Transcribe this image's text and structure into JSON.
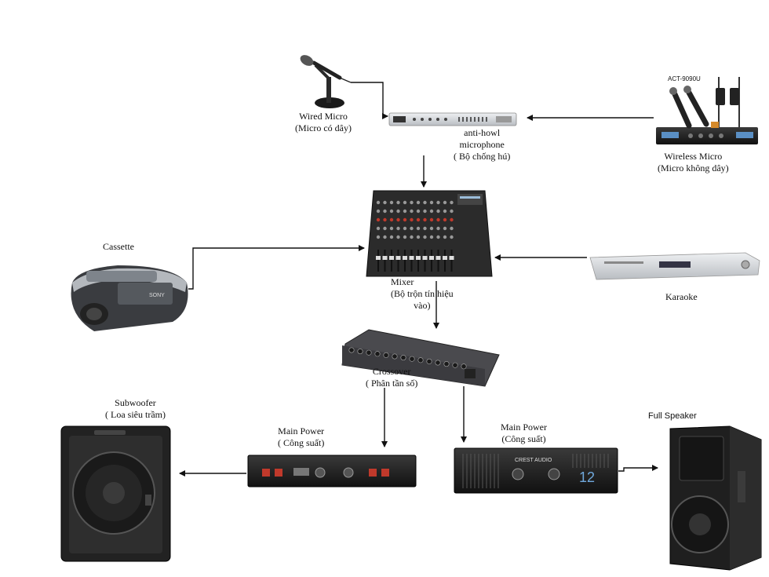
{
  "devices": {
    "wired_micro": {
      "line1": "Wired Micro",
      "line2": "(Micro có dây)"
    },
    "anti_howl": {
      "line1": "anti-howl",
      "line2": "microphone",
      "line3": "( Bộ chống hú)"
    },
    "wireless_micro": {
      "model": "ACT-9090U",
      "line1": "Wireless Micro",
      "line2": "(Micro không dây)"
    },
    "cassette": {
      "line1": "Cassette",
      "brand": "SONY"
    },
    "mixer": {
      "line1": "Mixer",
      "line2": "(Bộ trộn tín hiệu",
      "line3": "vào)"
    },
    "karaoke": {
      "line1": "Karaoke"
    },
    "crossover": {
      "line1": "Crossover",
      "line2": "( Phân tần số)"
    },
    "subwoofer": {
      "line1": "Subwoofer",
      "line2": "( Loa siêu trầm)"
    },
    "main_power_left": {
      "line1": "Main Power",
      "line2": "( Công suất)"
    },
    "main_power_right": {
      "line1": "Main Power",
      "line2": "(Công suất)",
      "brand": "CREST AUDIO",
      "model_no": "12"
    },
    "full_speaker": {
      "line1": "Full Speaker"
    }
  },
  "colors": {
    "line": "#111111",
    "device_dark": "#1c1c1c",
    "device_silver": "#cfd2d6",
    "accent_red": "#c0392b"
  }
}
